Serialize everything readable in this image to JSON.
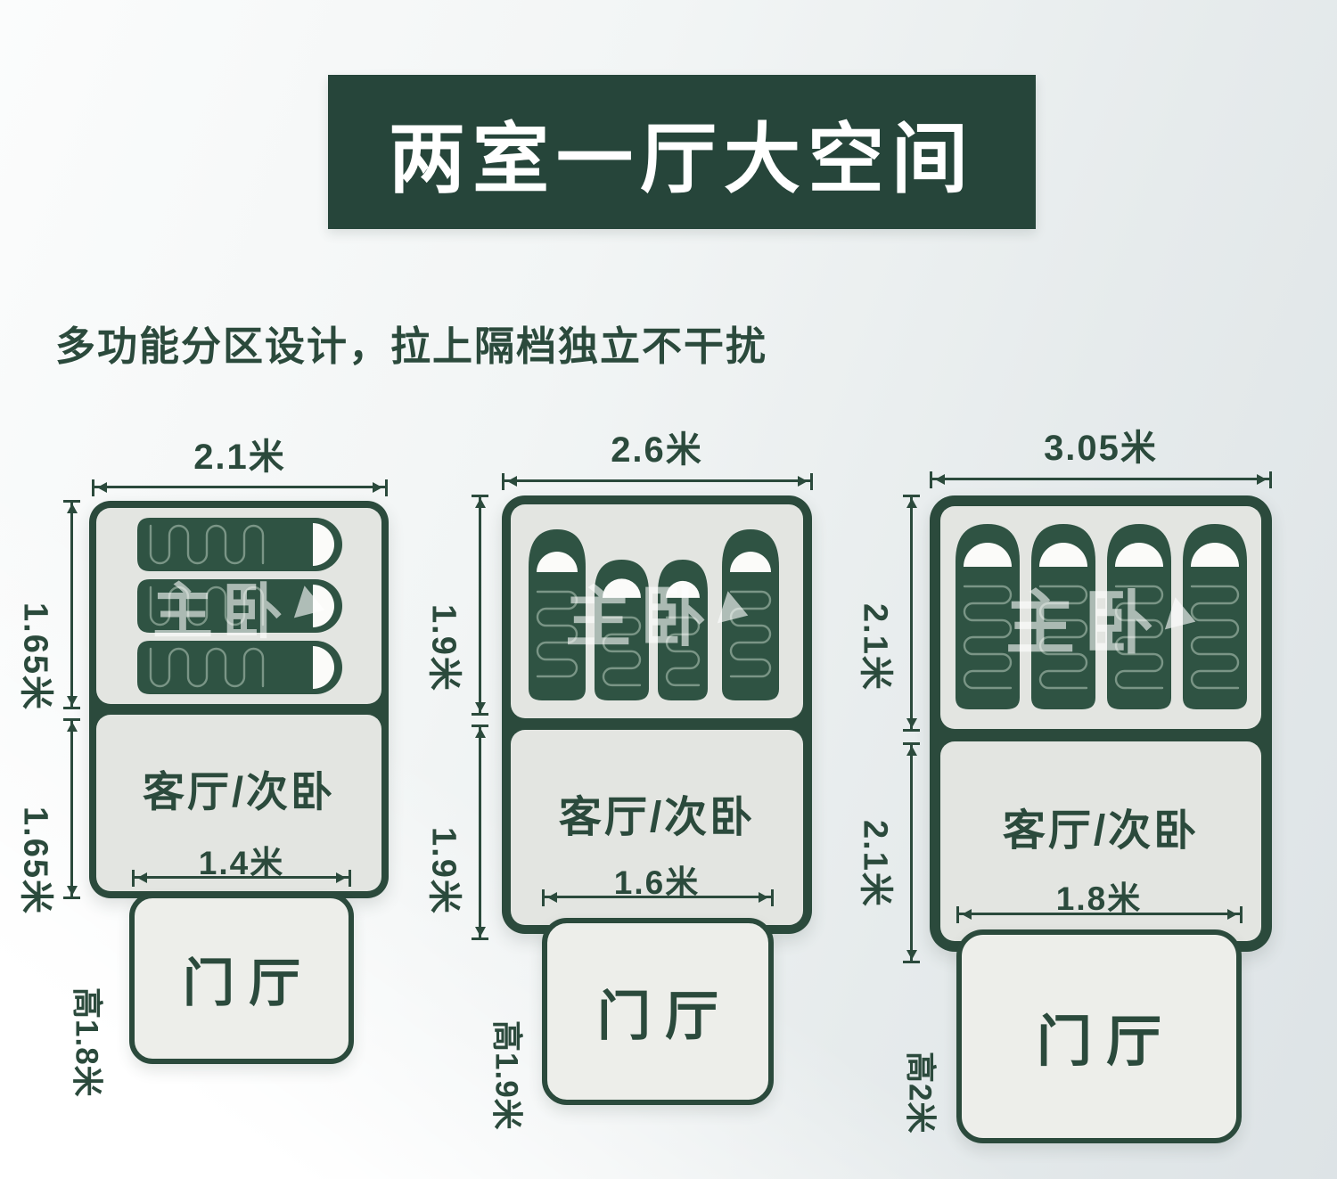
{
  "banner": {
    "title": "两室一厅大空间"
  },
  "subtitle": "多功能分区设计，拉上隔档独立不干扰",
  "colors": {
    "dark_green": "#2b4a3c",
    "banner_green": "#26453a",
    "bag_green": "#2f5343",
    "room_fill": "#e3e5e1",
    "door_fill": "#edeeea",
    "hood_white": "#fbfbf9",
    "quilt_line": "#9ab2a2",
    "banner_text": "#ffffff",
    "watermark": "rgba(255,255,255,0.6)"
  },
  "diagrams": [
    {
      "size_name": "2.1m tent",
      "width_label": "2.1米",
      "height_labels": [
        "1.65米",
        "1.65米"
      ],
      "master_bedroom_label": "主卧",
      "living_room_label": "客厅/次卧",
      "door_width_label": "1.4米",
      "entrance_label": "门厅",
      "peak_height_label": "高1.8米",
      "sleeping_bags": {
        "count": 3,
        "orientation": "horizontal"
      }
    },
    {
      "size_name": "2.6m tent",
      "width_label": "2.6米",
      "height_labels": [
        "1.9米",
        "1.9米"
      ],
      "master_bedroom_label": "主卧",
      "living_room_label": "客厅/次卧",
      "door_width_label": "1.6米",
      "entrance_label": "门厅",
      "peak_height_label": "高1.9米",
      "sleeping_bags": {
        "count": 4,
        "orientation": "vertical"
      }
    },
    {
      "size_name": "3.05m tent",
      "width_label": "3.05米",
      "height_labels": [
        "2.1米",
        "2.1米"
      ],
      "master_bedroom_label": "主卧",
      "living_room_label": "客厅/次卧",
      "door_width_label": "1.8米",
      "entrance_label": "门厅",
      "peak_height_label": "高2米",
      "sleeping_bags": {
        "count": 4,
        "orientation": "vertical"
      }
    }
  ]
}
